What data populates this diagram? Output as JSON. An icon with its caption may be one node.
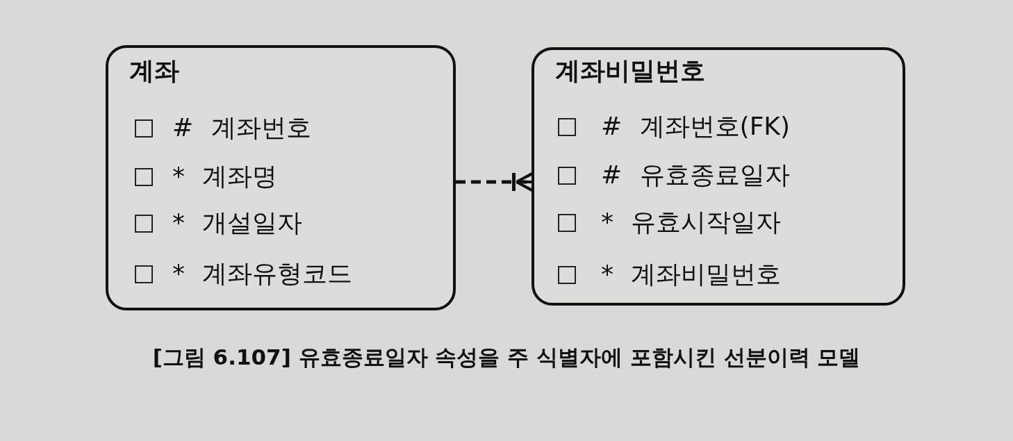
{
  "diagram": {
    "caption": "[그림 6.107] 유효종료일자 속성을 주 식별자에 포함시킨 선분이력 모델",
    "nodes": [
      {
        "text": [
          "계좌",
          "# 계좌번호",
          "* 계좌명",
          "* 개설일자",
          "* 계좌유형코드"
        ]
      },
      {
        "text": [
          "계좌비밀번호",
          "# 계좌번호(FK)",
          "# 유효종료일자",
          "* 유효시작일자",
          "* 계좌비밀번호"
        ]
      }
    ],
    "edges": [
      {
        "from": 0,
        "to": 1,
        "arrow": "other",
        "style": "dashed"
      }
    ]
  }
}
